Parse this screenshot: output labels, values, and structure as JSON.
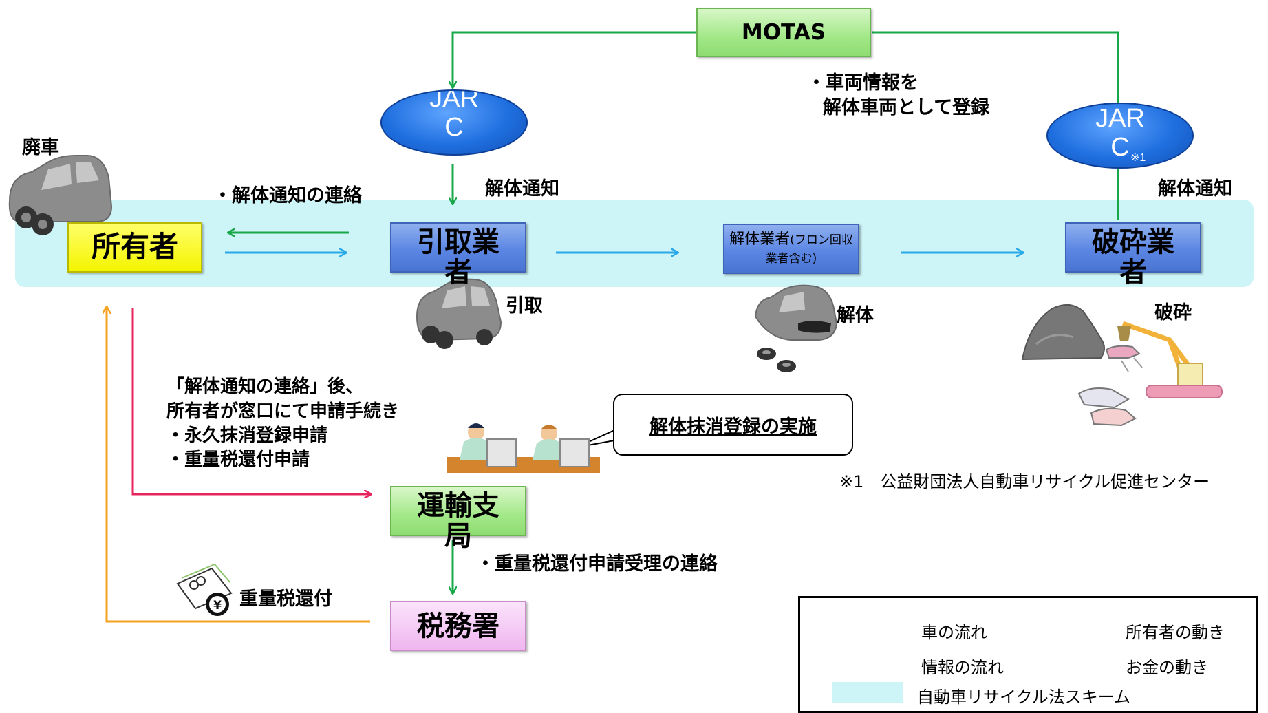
{
  "nodes": {
    "owner": "所有者",
    "tow": "引取業者",
    "dismantle_main": "解体業者",
    "dismantle_sub": "(フロン回収業者含む)",
    "shred": "破砕業者",
    "transport": "運輸支局",
    "tax": "税務署",
    "motas": "MOTAS",
    "jarc_left": "JARC",
    "jarc_right": "JARC",
    "jarc_note_mark": "※1"
  },
  "labels": {
    "scrap_car": "廃車",
    "contact_notice": "・解体通知の連絡",
    "notice_left": "解体通知",
    "notice_right": "解体通知",
    "register_line1": "・車両情報を",
    "register_line2": "解体車両として登録",
    "tow_img": "引取",
    "dismantle_img": "解体",
    "shred_img": "破砕",
    "procedure_line1": "「解体通知の連絡」後、",
    "procedure_line2": "所有者が窓口にて申請手続き",
    "procedure_line3": "・永久抹消登録申請",
    "procedure_line4": "・重量税還付申請",
    "callout": "解体抹消登録の実施",
    "footnote": "※1　公益財団法人自動車リサイクル促進センター",
    "tax_contact": "・重量税還付申請受理の連絡",
    "refund": "重量税還付"
  },
  "legend": {
    "car_flow": "車の流れ",
    "owner_move": "所有者の動き",
    "info_flow": "情報の流れ",
    "money_move": "お金の動き",
    "scheme": "自動車リサイクル法スキーム"
  },
  "colors": {
    "car_flow": "#2aa9e8",
    "info_flow": "#18a84a",
    "owner_move": "#e8245e",
    "money_move": "#f5a21e",
    "scheme_band": "#cdf4f7"
  }
}
